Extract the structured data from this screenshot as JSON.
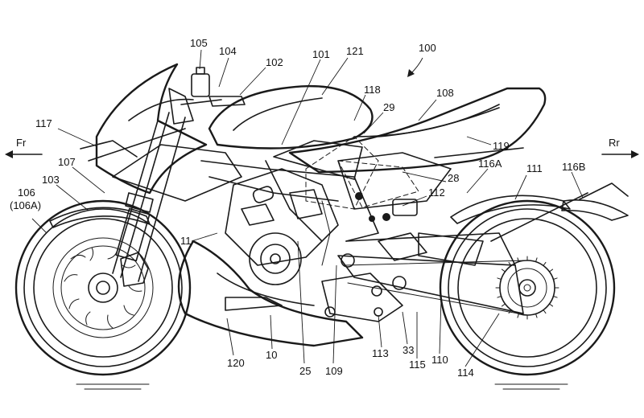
{
  "figure": {
    "main_ref": "100",
    "direction_front": "Fr",
    "direction_rear": "Rr"
  },
  "labels": {
    "l105": "105",
    "l104": "104",
    "l102": "102",
    "l101": "101",
    "l121": "121",
    "l118": "118",
    "l29": "29",
    "l108": "108",
    "l117": "117",
    "l119": "119",
    "l107": "107",
    "l103": "103",
    "l106": "106",
    "l106a": "(106A)",
    "l116a": "116A",
    "l111": "111",
    "l116b": "116B",
    "l28": "28",
    "l112": "112",
    "l11": "11",
    "l120": "120",
    "l10": "10",
    "l25": "25",
    "l109": "109",
    "l113": "113",
    "l33": "33",
    "l115": "115",
    "l110": "110",
    "l114": "114"
  }
}
